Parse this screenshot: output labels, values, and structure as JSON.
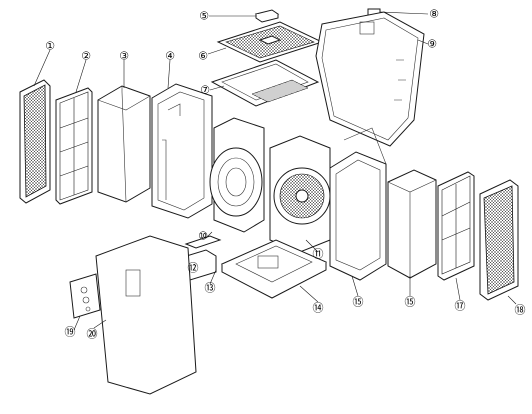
{
  "diagram": {
    "callouts": [
      {
        "id": "1",
        "label": "①"
      },
      {
        "id": "2",
        "label": "②"
      },
      {
        "id": "3",
        "label": "③"
      },
      {
        "id": "4",
        "label": "④"
      },
      {
        "id": "5",
        "label": "⑤"
      },
      {
        "id": "6",
        "label": "⑥"
      },
      {
        "id": "7",
        "label": "⑦"
      },
      {
        "id": "8",
        "label": "⑧"
      },
      {
        "id": "9",
        "label": "⑨"
      },
      {
        "id": "10",
        "label": "⑩"
      },
      {
        "id": "11",
        "label": "⑪"
      },
      {
        "id": "12",
        "label": "⑫"
      },
      {
        "id": "13",
        "label": "⑬"
      },
      {
        "id": "14",
        "label": "⑭"
      },
      {
        "id": "15",
        "label": "⑮"
      },
      {
        "id": "16",
        "label": "⑮"
      },
      {
        "id": "17",
        "label": "⑰"
      },
      {
        "id": "18",
        "label": "⑱"
      },
      {
        "id": "19",
        "label": "⑲"
      },
      {
        "id": "20",
        "label": "⑳"
      }
    ]
  }
}
